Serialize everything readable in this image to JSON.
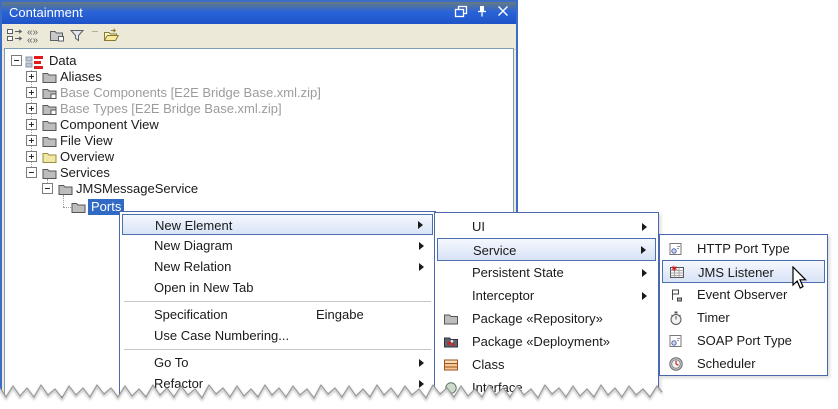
{
  "window": {
    "title": "Containment",
    "controls": [
      {
        "name": "float"
      },
      {
        "name": "pin"
      },
      {
        "name": "close"
      }
    ]
  },
  "toolbar": {
    "buttons": [
      {
        "icon": "link-nodes-icon"
      },
      {
        "icon": "collapse-all-icon"
      },
      {
        "icon": "package-view-icon"
      },
      {
        "icon": "filter-icon"
      },
      {
        "icon": "open-folder-icon"
      }
    ]
  },
  "tree": {
    "items": [
      {
        "label": "Data",
        "level": 0,
        "expander": "minus",
        "icon": "model-root",
        "muted": false,
        "selected": false
      },
      {
        "label": "Aliases",
        "level": 1,
        "expander": "plus",
        "icon": "folder",
        "muted": false,
        "selected": false
      },
      {
        "label": "Base Components [E2E Bridge Base.xml.zip]",
        "level": 1,
        "expander": "plus",
        "icon": "folder-shared",
        "muted": true,
        "selected": false
      },
      {
        "label": "Base Types [E2E Bridge Base.xml.zip]",
        "level": 1,
        "expander": "plus",
        "icon": "folder-shared",
        "muted": true,
        "selected": false
      },
      {
        "label": "Component View",
        "level": 1,
        "expander": "plus",
        "icon": "folder",
        "muted": false,
        "selected": false
      },
      {
        "label": "File View",
        "level": 1,
        "expander": "plus",
        "icon": "folder",
        "muted": false,
        "selected": false
      },
      {
        "label": "Overview",
        "level": 1,
        "expander": "plus",
        "icon": "folder-yellow",
        "muted": false,
        "selected": false
      },
      {
        "label": "Services",
        "level": 1,
        "expander": "minus",
        "icon": "folder",
        "muted": false,
        "selected": false
      },
      {
        "label": "JMSMessageService",
        "level": 2,
        "expander": "minus",
        "icon": "folder",
        "muted": false,
        "selected": false
      },
      {
        "label": "Ports",
        "level": 3,
        "expander": "none",
        "icon": "folder",
        "muted": false,
        "selected": true
      }
    ]
  },
  "menus": {
    "context": {
      "items": [
        {
          "label": "New Element",
          "submenu": true,
          "highlighted": true
        },
        {
          "label": "New Diagram",
          "submenu": true
        },
        {
          "label": "New Relation",
          "submenu": true
        },
        {
          "label": "Open in New Tab"
        },
        {
          "type": "separator"
        },
        {
          "label": "Specification",
          "shortcut": "Eingabe"
        },
        {
          "label": "Use Case Numbering..."
        },
        {
          "type": "separator"
        },
        {
          "label": "Go To",
          "submenu": true
        },
        {
          "label": "Refactor",
          "submenu": true
        }
      ]
    },
    "new_element": {
      "items": [
        {
          "label": "UI",
          "submenu": true
        },
        {
          "label": "Service",
          "submenu": true,
          "highlighted": true
        },
        {
          "label": "Persistent State",
          "submenu": true
        },
        {
          "label": "Interceptor",
          "submenu": true
        },
        {
          "label": "Package «Repository»",
          "icon": "package-repository-icon"
        },
        {
          "label": "Package «Deployment»",
          "icon": "package-deployment-icon"
        },
        {
          "label": "Class",
          "icon": "class-icon"
        },
        {
          "label": "Interface",
          "icon": "interface-icon"
        }
      ]
    },
    "service": {
      "items": [
        {
          "label": "HTTP Port Type",
          "icon": "http-port-type-icon"
        },
        {
          "label": "JMS Listener",
          "icon": "jms-listener-icon",
          "highlighted": true
        },
        {
          "label": "Event Observer",
          "icon": "event-observer-icon"
        },
        {
          "label": "Timer",
          "icon": "timer-icon"
        },
        {
          "label": "SOAP Port Type",
          "icon": "soap-port-type-icon"
        },
        {
          "label": "Scheduler",
          "icon": "scheduler-icon"
        }
      ]
    }
  },
  "colors": {
    "titlebar": "#2a63d9",
    "window_border": "#3b6cc7",
    "selection": "#316ac5",
    "menu_highlight_border": "#4d6fae",
    "muted_text": "#9c9c9c",
    "logo_red": "#e11b1b"
  }
}
